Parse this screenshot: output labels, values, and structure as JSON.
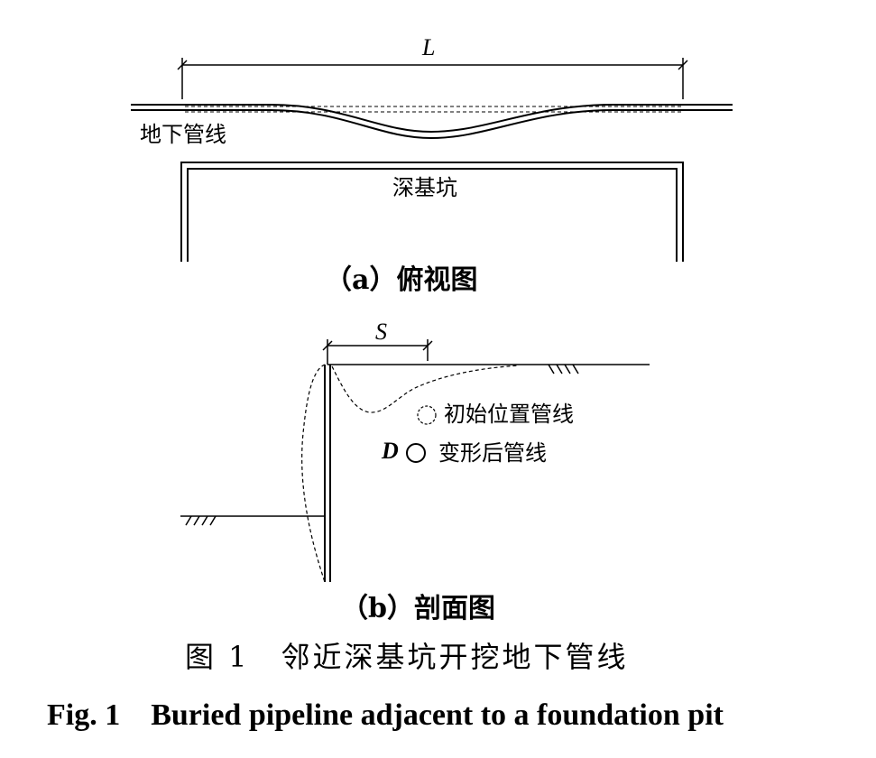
{
  "plan_view": {
    "dimension_label": "L",
    "pipeline_label": "地下管线",
    "pit_label": "深基坑",
    "caption": "（a）俯视图"
  },
  "section_view": {
    "dimension_label": "S",
    "initial_pipe_legend": "初始位置管线",
    "deformed_pipe_legend": "变形后管线",
    "diameter_label": "D",
    "caption": "（b）剖面图"
  },
  "figure": {
    "caption_cn": "图 1　邻近深基坑开挖地下管线",
    "caption_en": "Fig. 1　Buried pipeline adjacent to a foundation pit"
  }
}
